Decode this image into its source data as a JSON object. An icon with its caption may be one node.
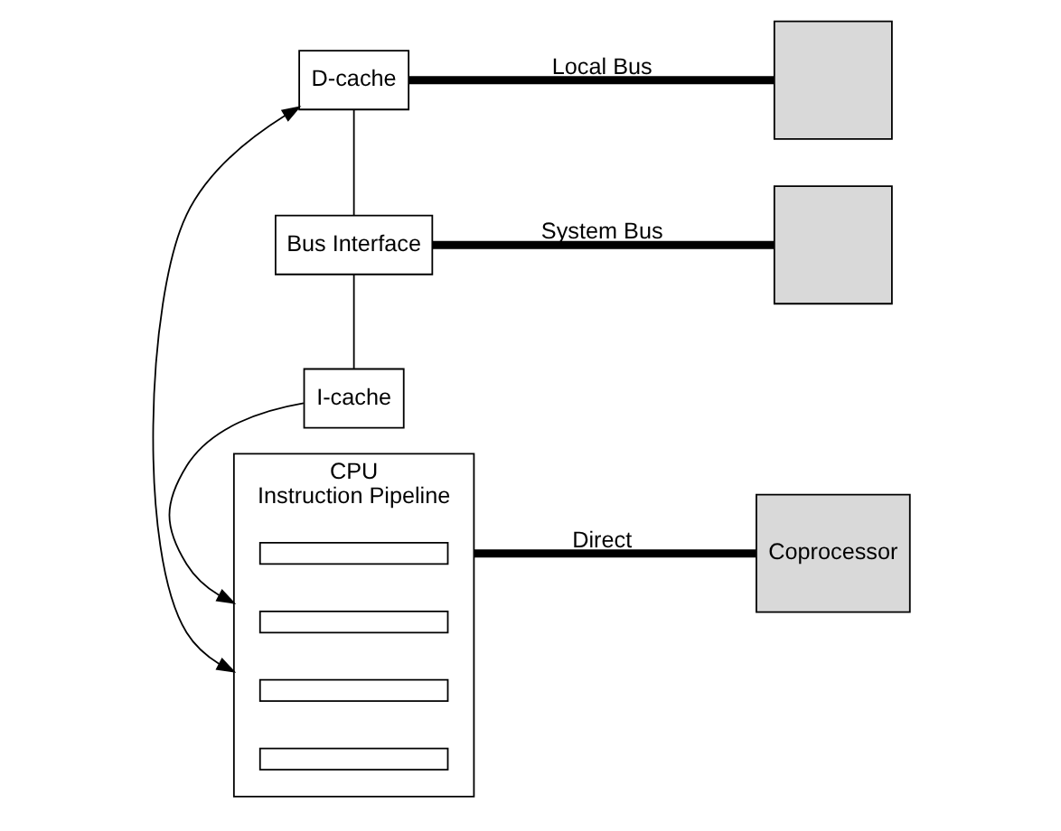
{
  "diagram": {
    "nodes": [
      {
        "text": [
          "CPU",
          "Instruction Pipeline"
        ]
      },
      {
        "text": [],
        "shape": "box",
        "in": 0
      },
      {
        "text": [],
        "shape": "box",
        "in": 0
      },
      {
        "text": [],
        "shape": "box",
        "in": 0
      },
      {
        "text": [],
        "shape": "box",
        "in": 0
      },
      {
        "text": [
          "Coprocessor"
        ]
      },
      {
        "text": [],
        "shape": "box"
      },
      {
        "text": [
          "I-cache"
        ]
      },
      {
        "text": [
          "D-cache"
        ]
      },
      {
        "text": [
          "Bus Interface"
        ]
      },
      {
        "text": [],
        "shape": "box"
      }
    ],
    "edges": [
      {
        "from": 0,
        "to": 5,
        "arrow": "none",
        "label": "Direct",
        "style": "thick"
      },
      {
        "from": 7,
        "to": 0,
        "arrow": "to"
      },
      {
        "from": 8,
        "to": 0,
        "arrow": "both"
      },
      {
        "from": 8,
        "to": 6,
        "arrow": "none",
        "label": "Local Bus",
        "style": "thick"
      },
      {
        "from": 7,
        "to": 9,
        "arrow": "none"
      },
      {
        "from": 8,
        "to": 9,
        "arrow": "none"
      },
      {
        "from": 9,
        "to": 10,
        "arrow": "none",
        "label": "System Bus",
        "style": "thick"
      }
    ]
  }
}
